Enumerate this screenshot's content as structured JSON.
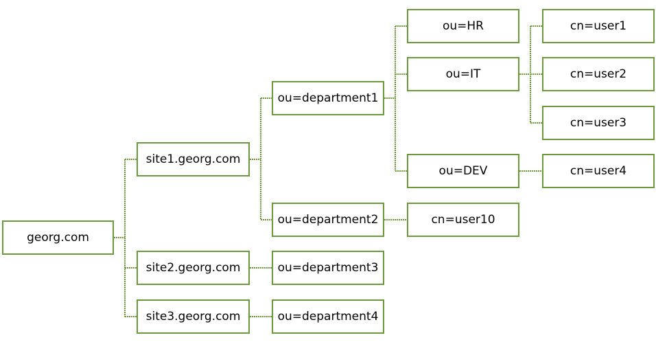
{
  "colors": {
    "border": "#6a9a3a",
    "connector": "#6a9a3a",
    "background": "#ffffff",
    "text": "#000000"
  },
  "nodes": {
    "root": "georg.com",
    "site1": "site1.georg.com",
    "site2": "site2.georg.com",
    "site3": "site3.georg.com",
    "department1": "ou=department1",
    "department2": "ou=department2",
    "department3": "ou=department3",
    "department4": "ou=department4",
    "hr": "ou=HR",
    "it": "ou=IT",
    "dev": "ou=DEV",
    "user1": "cn=user1",
    "user2": "cn=user2",
    "user3": "cn=user3",
    "user4": "cn=user4",
    "user10": "cn=user10"
  }
}
